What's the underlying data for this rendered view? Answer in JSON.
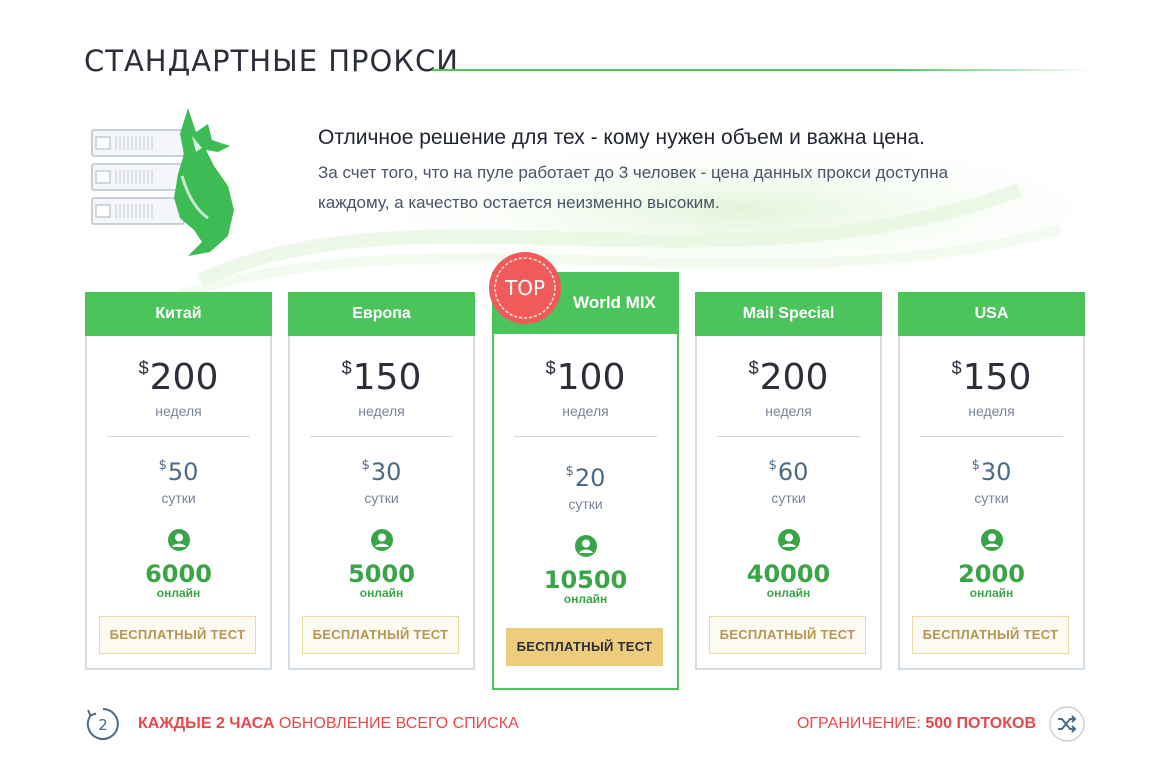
{
  "page": {
    "title": "СТАНДАРТНЫЕ ПРОКСИ"
  },
  "hero": {
    "headline": "Отличное решение для тех - кому нужен объем и важна цена.",
    "description": "За счет того, что на пуле работает до 3 человек - цена данных прокси доступна каждому, а качество остается неизменно высоким.",
    "illustration_icon": "fox-server-icon"
  },
  "badge": {
    "label": "TOP",
    "color": "#f05a5b"
  },
  "colors": {
    "accent": "#4cc45c",
    "online": "#3aa548",
    "alert": "#e8484b",
    "button": "#edcc7e"
  },
  "plans": [
    {
      "name": "Китай",
      "currency": "$",
      "price_week": "200",
      "period_week": "неделя",
      "price_day": "50",
      "period_day": "сутки",
      "online": "6000",
      "online_label": "онлайн",
      "button": "БЕСПЛАТНЫЙ ТЕСТ",
      "featured": false
    },
    {
      "name": "Европа",
      "currency": "$",
      "price_week": "150",
      "period_week": "неделя",
      "price_day": "30",
      "period_day": "сутки",
      "online": "5000",
      "online_label": "онлайн",
      "button": "БЕСПЛАТНЫЙ ТЕСТ",
      "featured": false
    },
    {
      "name": "World MIX",
      "currency": "$",
      "price_week": "100",
      "period_week": "неделя",
      "price_day": "20",
      "period_day": "сутки",
      "online": "10500",
      "online_label": "онлайн",
      "button": "БЕСПЛАТНЫЙ ТЕСТ",
      "featured": true
    },
    {
      "name": "Mail Special",
      "currency": "$",
      "price_week": "200",
      "period_week": "неделя",
      "price_day": "60",
      "period_day": "сутки",
      "online": "40000",
      "online_label": "онлайн",
      "button": "БЕСПЛАТНЫЙ ТЕСТ",
      "featured": false
    },
    {
      "name": "USA",
      "currency": "$",
      "price_week": "150",
      "period_week": "неделя",
      "price_day": "30",
      "period_day": "сутки",
      "online": "2000",
      "online_label": "онлайн",
      "button": "БЕСПЛАТНЫЙ ТЕСТ",
      "featured": false
    }
  ],
  "footer": {
    "timer_value": "2",
    "update_bold": "КАЖДЫЕ 2 ЧАСА",
    "update_text": " ОБНОВЛЕНИЕ ВСЕГО СПИСКА",
    "limit_text": "ОГРАНИЧЕНИЕ: ",
    "limit_bold": "500 ПОТОКОВ",
    "shuffle_icon": "shuffle-icon"
  }
}
